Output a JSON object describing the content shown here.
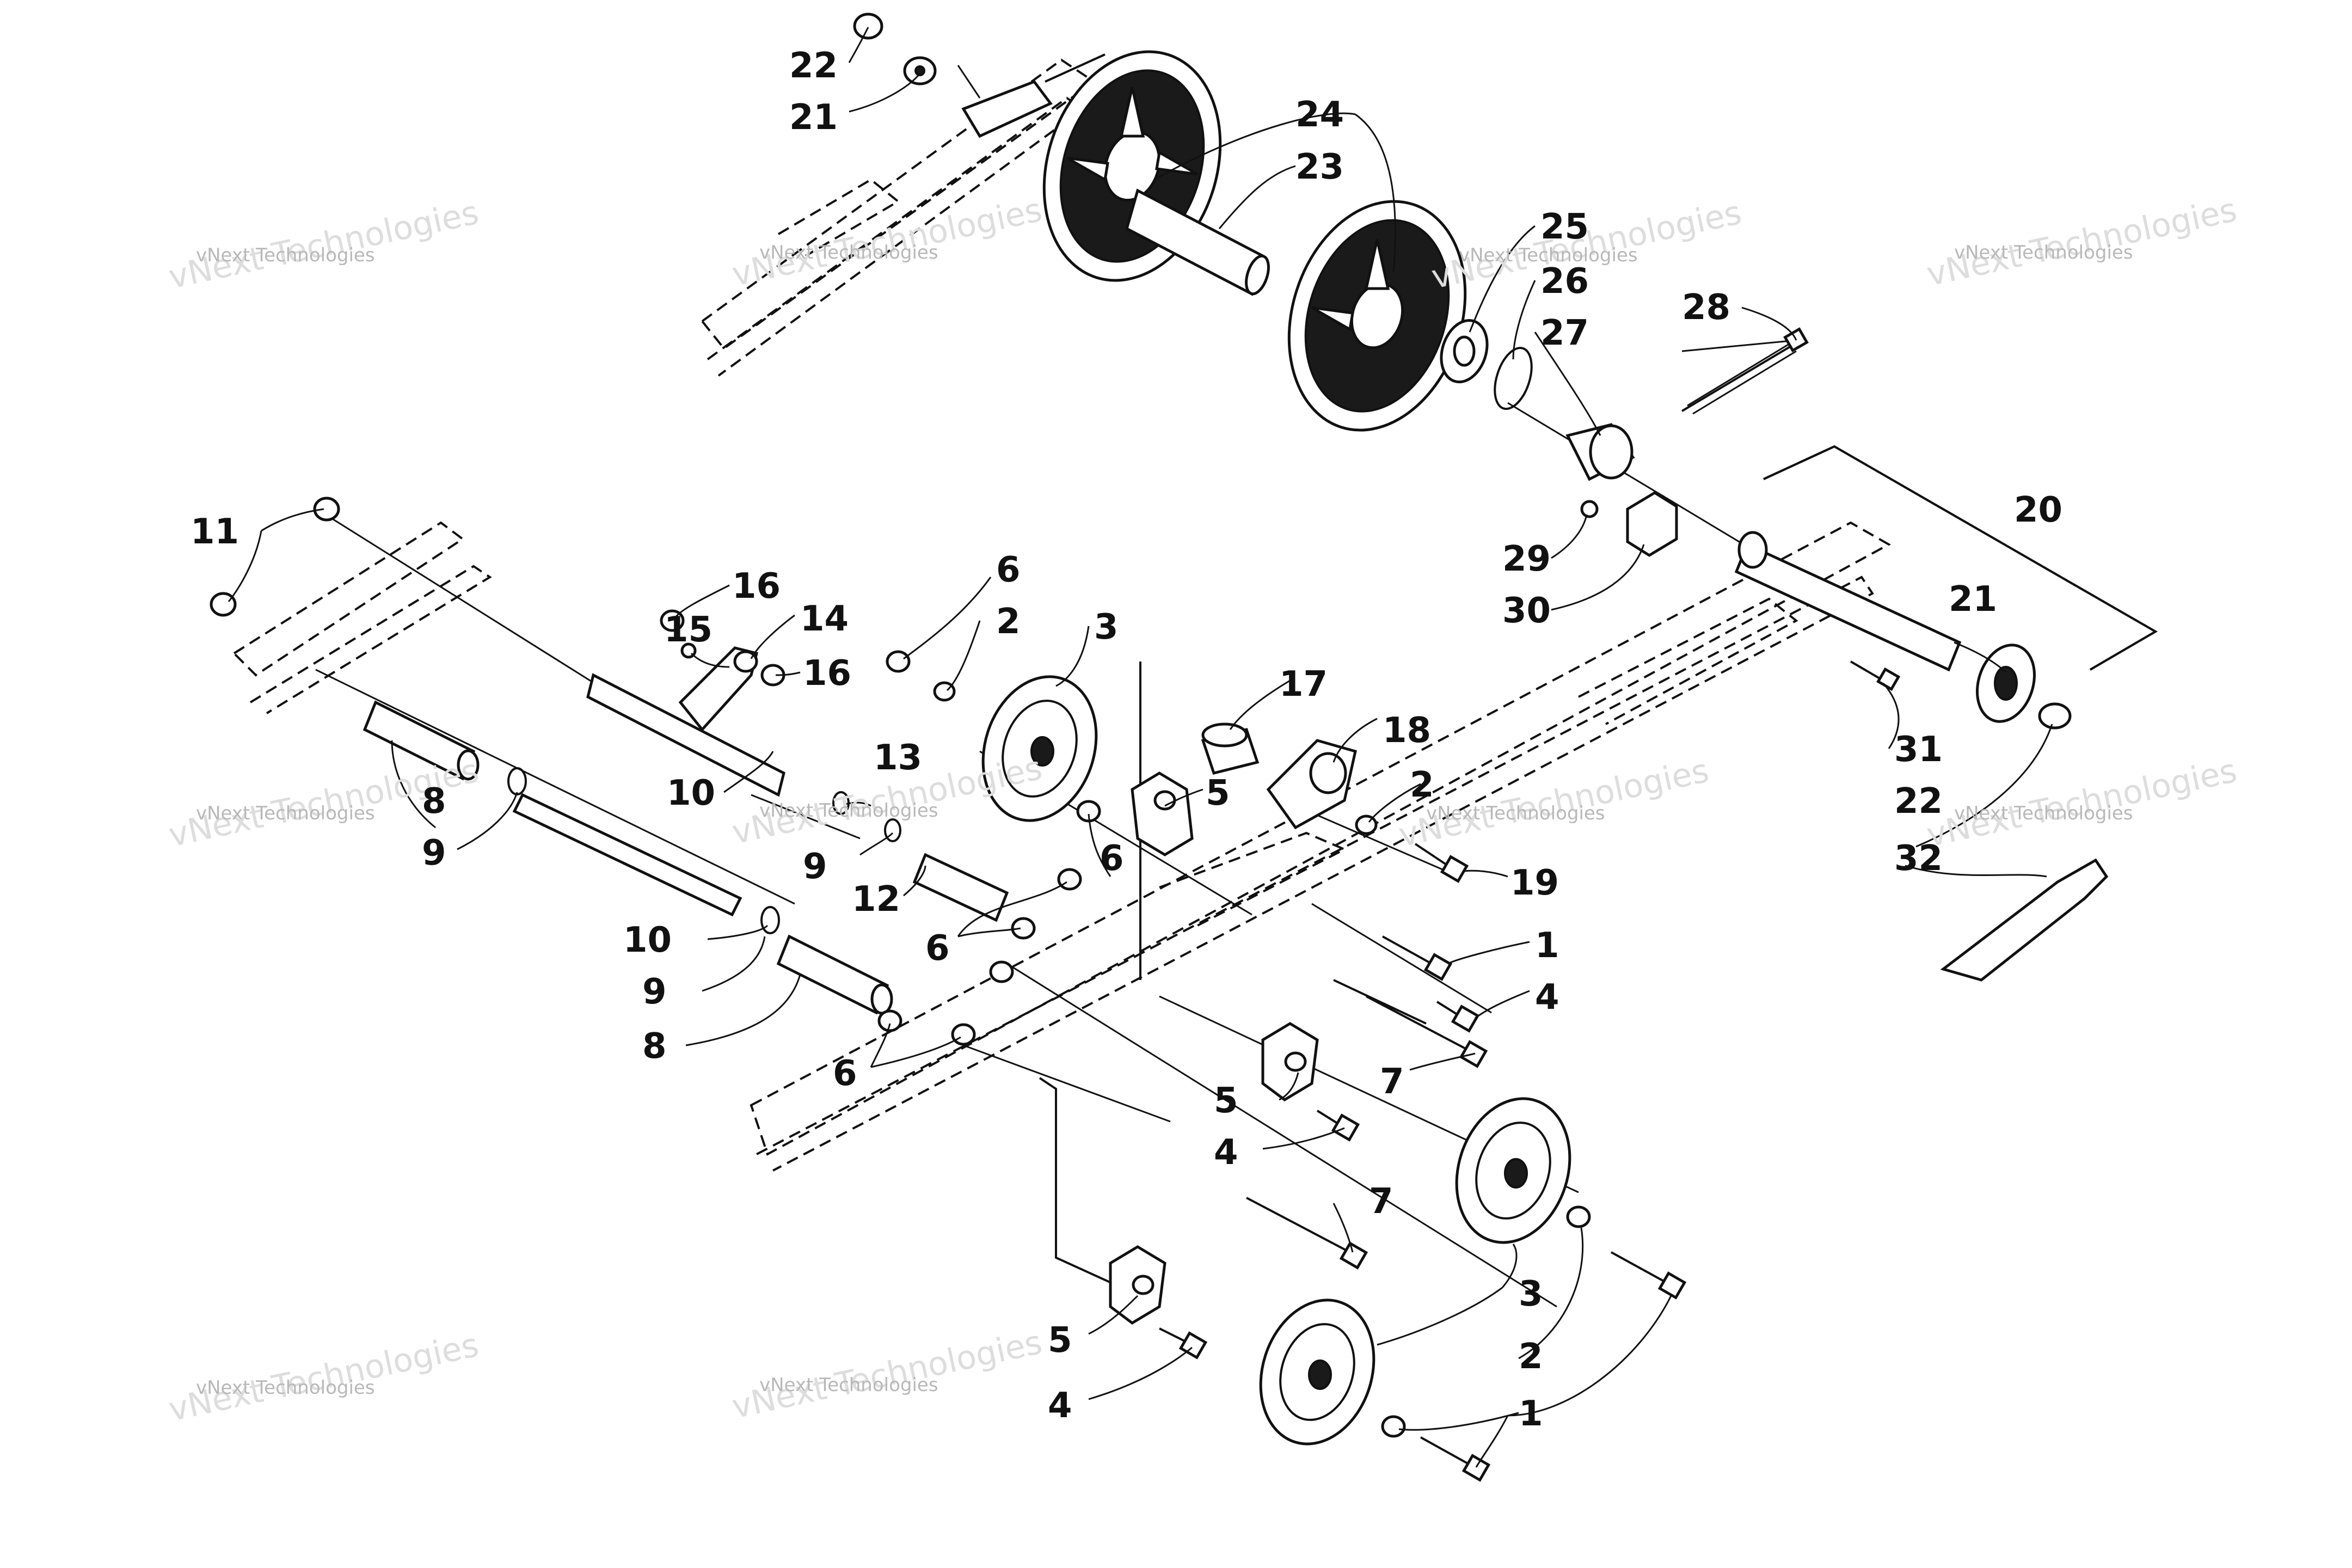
{
  "watermarks": [
    {
      "small": "vNext Technologies",
      "big": "vNext Technologies"
    },
    {
      "small": "vNext Technologies",
      "big": "vNext Technologies"
    },
    {
      "small": "vNext Technologies",
      "big": "vNext Technologies"
    },
    {
      "small": "vNext Technologies",
      "big": "vNext Technologies"
    },
    {
      "small": "vNext Technologies",
      "big": "vNext Technologies"
    },
    {
      "small": "vNext Technologies",
      "big": "vNext Technologies"
    },
    {
      "small": "vNext Technologies",
      "big": "vNext Technologies"
    },
    {
      "small": "vNext Technologies",
      "big": "vNext Technologies"
    },
    {
      "small": "vNext Technologies",
      "big": "vNext Technologies"
    },
    {
      "small": "vNext Technologies",
      "big": "vNext Technologies"
    }
  ],
  "callouts": {
    "c1a": "1",
    "c1b": "1",
    "c2a": "2",
    "c2b": "2",
    "c2c": "2",
    "c3a": "3",
    "c3b": "3",
    "c4a": "4",
    "c4b": "4",
    "c4c": "4",
    "c5a": "5",
    "c5b": "5",
    "c5c": "5",
    "c6a": "6",
    "c6b": "6",
    "c6c": "6",
    "c6d": "6",
    "c7a": "7",
    "c7b": "7",
    "c8a": "8",
    "c8b": "8",
    "c9a": "9",
    "c9b": "9",
    "c9c": "9",
    "c10a": "10",
    "c10b": "10",
    "c11": "11",
    "c12": "12",
    "c13": "13",
    "c14": "14",
    "c15": "15",
    "c16a": "16",
    "c16b": "16",
    "c17": "17",
    "c18": "18",
    "c19": "19",
    "c20": "20",
    "c21a": "21",
    "c21b": "21",
    "c22a": "22",
    "c22b": "22",
    "c23": "23",
    "c24": "24",
    "c25": "25",
    "c26": "26",
    "c27": "27",
    "c28": "28",
    "c29": "29",
    "c30": "30",
    "c31": "31",
    "c32": "32"
  }
}
